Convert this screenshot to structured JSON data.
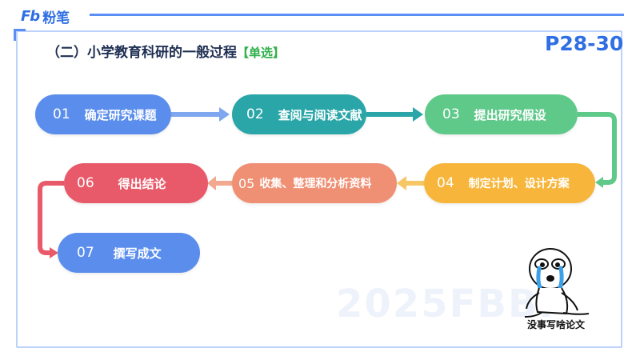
{
  "header": {
    "logo_mark": "Fb",
    "logo_text": "粉笔"
  },
  "slide": {
    "title": "（二）小学教育科研的一般过程",
    "tag": "【单选】",
    "page_ref": "P28-30",
    "watermark": "2025FBBI"
  },
  "steps": [
    {
      "num": "01",
      "label": "确定研究课题",
      "color": "#5b8eec"
    },
    {
      "num": "02",
      "label": "查阅与阅读文献",
      "color": "#2ba6a8"
    },
    {
      "num": "03",
      "label": "提出研究假设",
      "color": "#5fc98a"
    },
    {
      "num": "04",
      "label": "制定计划、设计方案",
      "color": "#f7b63b"
    },
    {
      "num": "05",
      "label": "收集、整理和分析资料",
      "color": "#ef8f73"
    },
    {
      "num": "06",
      "label": "得出结论",
      "color": "#e85a6a"
    },
    {
      "num": "07",
      "label": "撰写成文",
      "color": "#5b8eec"
    }
  ],
  "meme": {
    "caption": "没事写啥论文",
    "icon": "crying-sticker-icon"
  },
  "colors": {
    "accent": "#2f6fe4",
    "frame": "#bcd2fa",
    "title": "#1e2f52",
    "tag": "#2fb04a"
  }
}
